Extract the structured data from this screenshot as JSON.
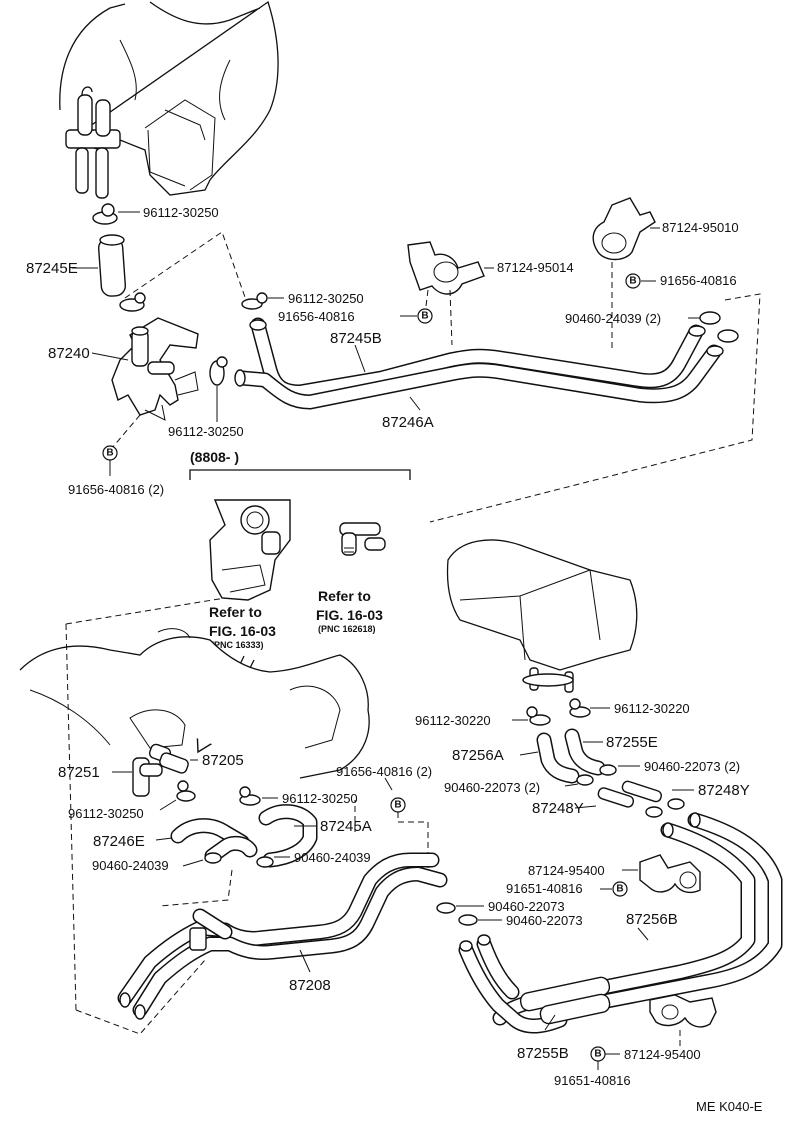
{
  "labels": {
    "p96112_30250_top": "96112-30250",
    "p87245E": "87245E",
    "p87240": "87240",
    "p96112_30250_clip": "96112-30250",
    "p96112_30250_mid": "96112-30250",
    "p91656_40816_a": "91656-40816",
    "p87245B": "87245B",
    "p87246A": "87246A",
    "p87124_95014": "87124-95014",
    "p87124_95010": "87124-95010",
    "p91656_40816_b": "91656-40816",
    "p90460_24039_2": "90460-24039 (2)",
    "p91656_40816_2": "91656-40816 (2)",
    "date_code": "(8808-        )",
    "refer1_a": "Refer to",
    "refer1_b": "FIG. 16-03",
    "refer1_c": "(PNC 16333)",
    "refer2_a": "Refer to",
    "refer2_b": "FIG. 16-03",
    "refer2_c": "(PNC 162618)",
    "p87205": "87205",
    "p87251": "87251",
    "p96112_30250_low": "96112-30250",
    "p96112_30250_low2": "96112-30250",
    "p87246E": "87246E",
    "p90460_24039_low": "90460-24039",
    "p90460_24039_low2": "90460-24039",
    "p87245A": "87245A",
    "p91656_40816_2b": "91656-40816 (2)",
    "p87208": "87208",
    "p96112_30220_l": "96112-30220",
    "p96112_30220_r": "96112-30220",
    "p87256A": "87256A",
    "p87255E": "87255E",
    "p90460_22073_2r": "90460-22073 (2)",
    "p90460_22073_2l": "90460-22073 (2)",
    "p87248Y_l": "87248Y",
    "p87248Y_r": "87248Y",
    "p87124_95400_a": "87124-95400",
    "p91651_40816_a": "91651-40816",
    "p90460_22073_a": "90460-22073",
    "p90460_22073_b": "90460-22073",
    "p87256B": "87256B",
    "p87255B": "87255B",
    "p87124_95400_b": "87124-95400",
    "p91651_40816_b": "91651-40816",
    "footer_code": "ME  K040-E"
  },
  "bolt_marker": "B"
}
